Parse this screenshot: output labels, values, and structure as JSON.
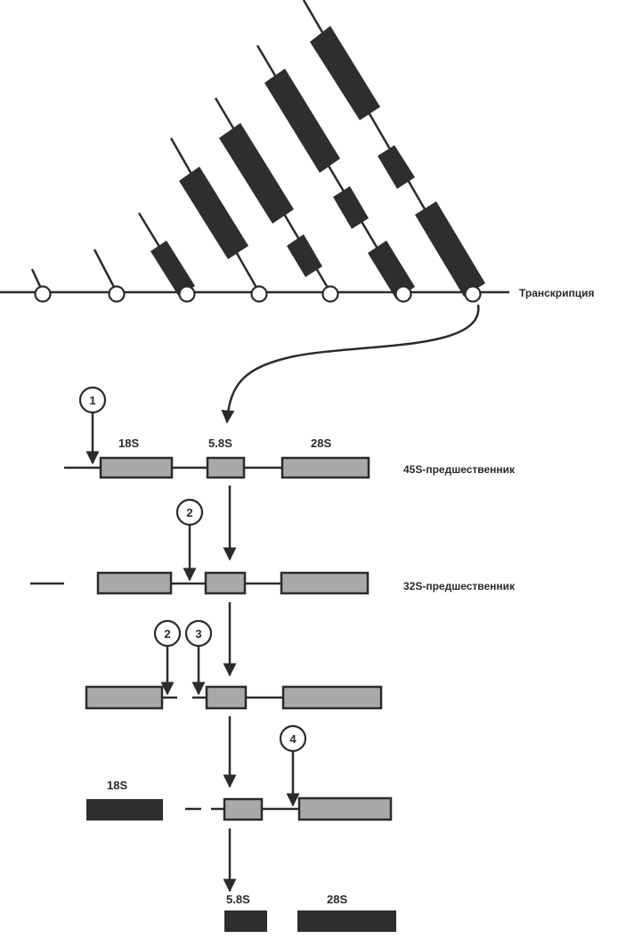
{
  "labels": {
    "transcription": "Транскрипция",
    "rna_45s": "18S",
    "rna_58s": "5.8S",
    "rna_28s": "28S",
    "precursor_45s": "45S-предшественник",
    "precursor_32s": "32S-предшественник",
    "product_18s": "18S",
    "product_58s": "5.8S",
    "product_28s": "28S"
  },
  "cleavage_sites": {
    "site1": "1",
    "site2a": "2",
    "site2b": "2",
    "site3": "3",
    "site4": "4"
  },
  "colors": {
    "dark_rna": "#2e2e2e",
    "gray_rna": "#a9a9a9",
    "line": "#2b2b2b",
    "background": "#ffffff"
  }
}
